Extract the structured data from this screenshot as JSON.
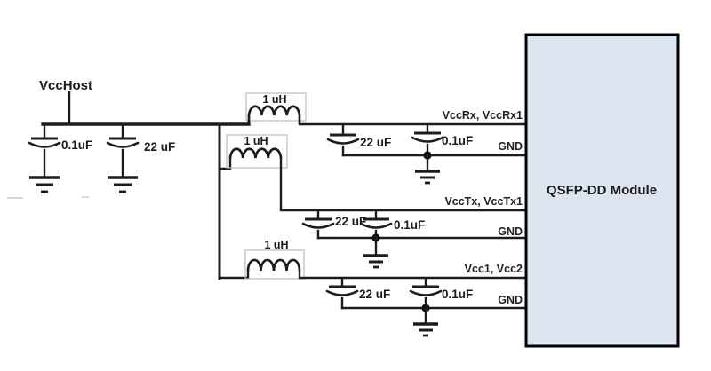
{
  "host": {
    "label": "VccHost",
    "caps": [
      {
        "value": "0.1uF"
      },
      {
        "value": "22 uF"
      }
    ]
  },
  "branches": [
    {
      "inductor_value": "1 uH",
      "bulk_cap": "22 uF",
      "bypass_cap": "0.1uF",
      "vcc_pins": "VccRx, VccRx1",
      "gnd_pin": "GND"
    },
    {
      "inductor_value": "1 uH",
      "bulk_cap": "22 uF",
      "bypass_cap": "0.1uF",
      "vcc_pins": "VccTx, VccTx1",
      "gnd_pin": "GND"
    },
    {
      "inductor_value": "1 uH",
      "bulk_cap": "22 uF",
      "bypass_cap": "0.1uF",
      "vcc_pins": "Vcc1, Vcc2",
      "gnd_pin": "GND"
    }
  ],
  "module": {
    "title": "QSFP-DD Module"
  },
  "colors": {
    "module_fill": "#dce4f0",
    "module_border": "#000000",
    "wire": "#1c1c1c",
    "inductor_box_border": "#bcbcbc"
  }
}
